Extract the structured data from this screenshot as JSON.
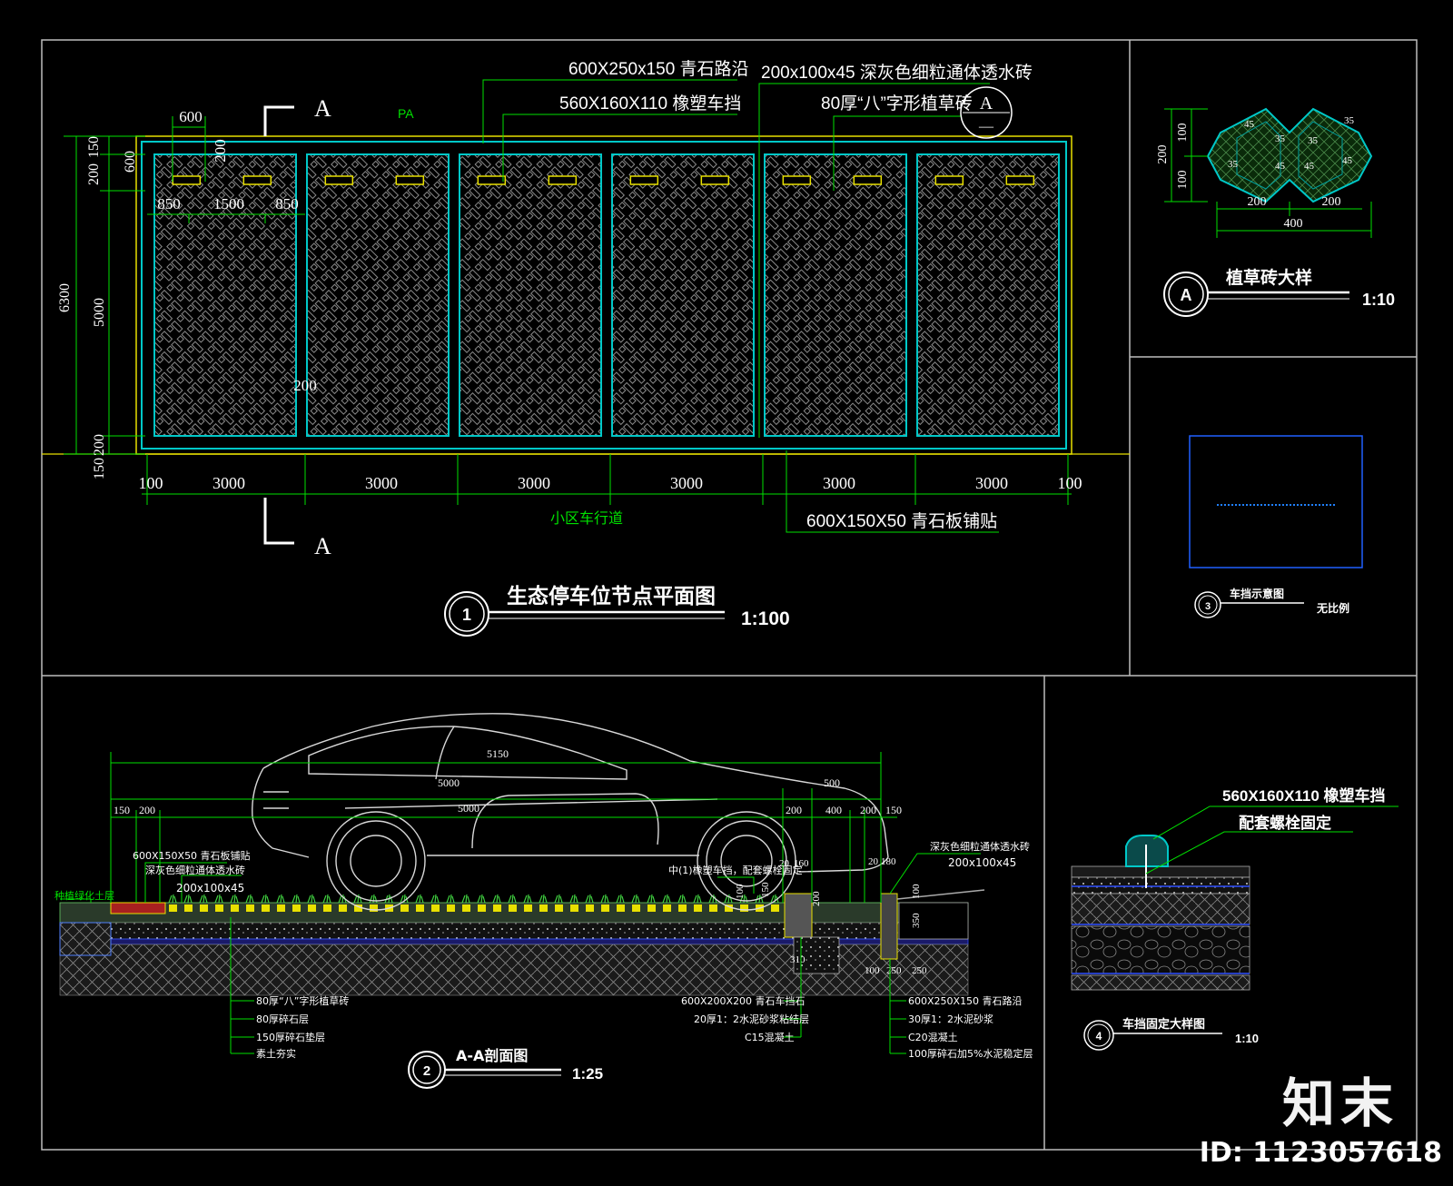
{
  "plan": {
    "title": "生态停车位节点平面图",
    "scale": "1:100",
    "number": "1",
    "section_marker": "A",
    "section_marker_center": "A",
    "section_marker_sub": "—",
    "pa_label": "PA",
    "road_label": "小区车行道",
    "callouts": [
      "600X250x150 青石路沿",
      "560X160X110  橡塑车挡",
      "200x100x45 深灰色细粒通体透水砖",
      "80厚“八”字形植草砖",
      "600X150X50 青石板铺贴"
    ],
    "top_dims": [
      "600",
      "850",
      "1500",
      "850",
      "200",
      "200"
    ],
    "left_dims": [
      "150",
      "200",
      "600",
      "6300",
      "5000",
      "200",
      "150"
    ],
    "bottom_dims": [
      "100",
      "3000",
      "3000",
      "3000",
      "3000",
      "3000",
      "3000",
      "100"
    ]
  },
  "detail_a": {
    "title": "植草砖大样",
    "scale": "1:10",
    "number": "A",
    "dims": [
      "200",
      "100",
      "100",
      "200",
      "200",
      "400"
    ],
    "inner_dims": [
      "45",
      "35",
      "45",
      "35",
      "45",
      "35",
      "45",
      "35"
    ]
  },
  "detail_3": {
    "title": "车挡示意图",
    "scale": "无比例",
    "number": "3"
  },
  "section": {
    "title": "A-A剖面图",
    "scale": "1:25",
    "number": "2",
    "dims_top": [
      "5150",
      "500",
      "5000",
      "5000",
      "150",
      "200",
      "200",
      "400",
      "200",
      "150"
    ],
    "labels_left": [
      "600X150X50 青石板铺贴",
      "深灰色细粒通体透水砖",
      "200x100x45",
      "种植绿化土层"
    ],
    "labels_right_top": [
      "深灰色细粒通体透水砖",
      "200x100x45"
    ],
    "labels_mid": [
      "中(1)橡塑车挡，配套螺栓固定"
    ],
    "mid_dims": [
      "20",
      "160",
      "150",
      "200",
      "20",
      "180",
      "100",
      "350",
      "100",
      "310",
      "100",
      "250",
      "250"
    ],
    "layers_left": [
      "80厚“八”字形植草砖",
      "80厚碎石层",
      "150厚碎石垫层",
      "素土夯实"
    ],
    "layers_mid": [
      "600X200X200 青石车挡石",
      "20厚1：2水泥砂浆粘结层",
      "C15混凝土"
    ],
    "layers_right": [
      "600X250X150 青石路沿",
      "30厚1：2水泥砂浆",
      "C20混凝土",
      "100厚碎石加5%水泥稳定层"
    ]
  },
  "detail_4": {
    "title": "车挡固定大样图",
    "scale": "1:10",
    "number": "4",
    "labels": [
      "560X160X110  橡塑车挡",
      "配套螺栓固定"
    ]
  },
  "watermark": {
    "brand": "知末",
    "id": "ID: 1123057618"
  }
}
